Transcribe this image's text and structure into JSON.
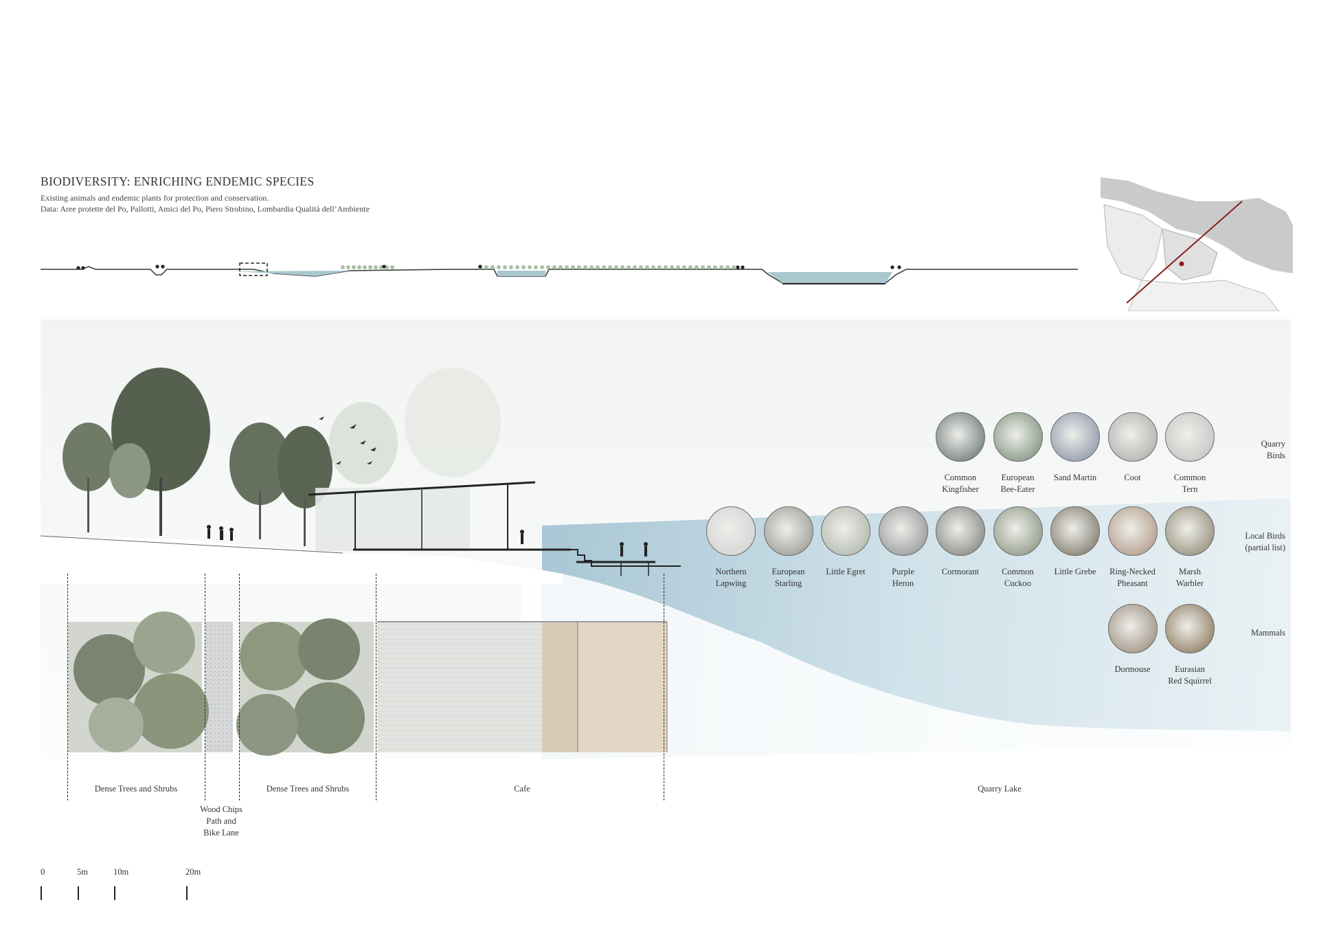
{
  "header": {
    "title": "BIODIVERSITY: ENRICHING ENDEMIC SPECIES",
    "subtitle": "Existing animals and endemic plants for protection and conservation.",
    "data_source": "Data: Aree protette del Po, Pallotti, Amici del Po, Piero Strobino, Lombardia Qualità dell’Ambiente"
  },
  "zones": [
    {
      "label": "Dense Trees and Shrubs"
    },
    {
      "label_lines": [
        "Wood Chips",
        "Path and",
        "Bike Lane"
      ]
    },
    {
      "label": "Dense Trees and Shrubs"
    },
    {
      "label": "Cafe"
    },
    {
      "label": "Quarry Lake"
    }
  ],
  "species_groups": [
    {
      "label_lines": [
        "Quarry",
        "Birds"
      ],
      "species": [
        {
          "name_lines": [
            "Common",
            "Kingfisher"
          ],
          "icon": "kingfisher-photo",
          "color": "#7f8a86"
        },
        {
          "name_lines": [
            "European",
            "Bee-Eater"
          ],
          "icon": "bee-eater-photo",
          "color": "#8ea08c"
        },
        {
          "name_lines": [
            "Sand Martin"
          ],
          "icon": "sand-martin-photo",
          "color": "#9aa3b2"
        },
        {
          "name_lines": [
            "Coot"
          ],
          "icon": "coot-photo",
          "color": "#b8b9b6"
        },
        {
          "name_lines": [
            "Common",
            "Tern"
          ],
          "icon": "tern-photo",
          "color": "#c8ccc8"
        }
      ]
    },
    {
      "label_lines": [
        "Local Birds",
        "(partial list)"
      ],
      "species": [
        {
          "name_lines": [
            "Northern",
            "Lapwing"
          ],
          "icon": "lapwing-photo",
          "color": "#d6d8d6"
        },
        {
          "name_lines": [
            "European",
            "Starling"
          ],
          "icon": "starling-photo",
          "color": "#a7a7a2"
        },
        {
          "name_lines": [
            "Little Egret"
          ],
          "icon": "egret-photo",
          "color": "#b9bfb4"
        },
        {
          "name_lines": [
            "Purple",
            "Heron"
          ],
          "icon": "heron-photo",
          "color": "#a1a3a3"
        },
        {
          "name_lines": [
            "Cormorant"
          ],
          "icon": "cormorant-photo",
          "color": "#93948f"
        },
        {
          "name_lines": [
            "Common",
            "Cuckoo"
          ],
          "icon": "cuckoo-photo",
          "color": "#9aa291"
        },
        {
          "name_lines": [
            "Little Grebe"
          ],
          "icon": "grebe-photo",
          "color": "#8e8a7c"
        },
        {
          "name_lines": [
            "Ring-Necked",
            "Pheasant"
          ],
          "icon": "pheasant-photo",
          "color": "#b9a695"
        },
        {
          "name_lines": [
            "Marsh",
            "Warbler"
          ],
          "icon": "warbler-photo",
          "color": "#a09a88"
        }
      ]
    },
    {
      "label_lines": [
        "Mammals"
      ],
      "species": [
        {
          "name_lines": [
            "Dormouse"
          ],
          "icon": "dormouse-photo",
          "color": "#a89c8f"
        },
        {
          "name_lines": [
            "Eurasian",
            "Red Squirrel"
          ],
          "icon": "squirrel-photo",
          "color": "#9b8a72"
        }
      ]
    }
  ],
  "scale_bar": {
    "ticks": [
      "0",
      "5m",
      "10m",
      "20m"
    ]
  },
  "colors": {
    "water": "#9fc3d4",
    "water_section": "#a9c7cf",
    "wood": "#d9cab8",
    "tree": "#7e8a74",
    "section_line": "#e1e6e8",
    "key_line": "#8b1a1a"
  }
}
